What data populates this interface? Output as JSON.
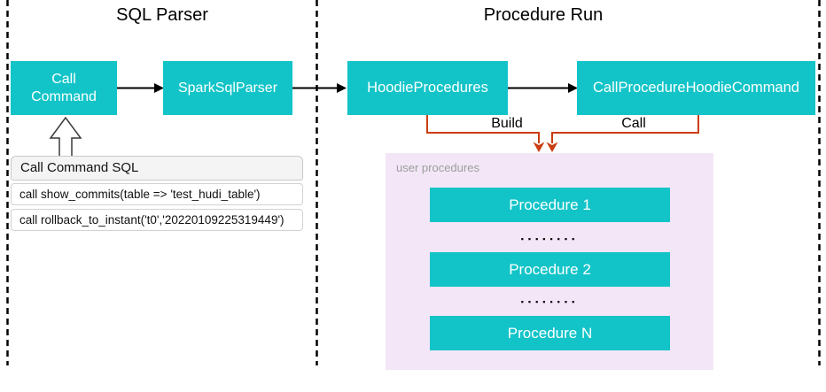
{
  "sections": {
    "sql_parser": {
      "title": "SQL Parser",
      "nodes": {
        "call_command": "Call Command",
        "spark_sql_parser": "SparkSqlParser"
      },
      "sql_card": {
        "header": "Call Command SQL",
        "rows": [
          "call show_commits(table => 'test_hudi_table')",
          "call rollback_to_instant('t0','20220109225319449')"
        ]
      }
    },
    "procedure_run": {
      "title": "Procedure Run",
      "nodes": {
        "hoodie_procedures": "HoodieProcedures",
        "call_procedure_hoodie_command": "CallProcedureHoodieCommand"
      },
      "edge_labels": {
        "build": "Build",
        "call": "Call"
      },
      "user_procedures": {
        "label": "user procedures",
        "items": [
          "Procedure 1",
          "Procedure 2",
          "Procedure N"
        ],
        "dots": "▪▪▪▪▪▪▪▪"
      }
    }
  },
  "colors": {
    "node_fill": "#12C4C8",
    "connector_red": "#CB3D0F",
    "user_procedures_fill": "#F2E6F7",
    "card_header_fill": "#F4F4F4"
  }
}
